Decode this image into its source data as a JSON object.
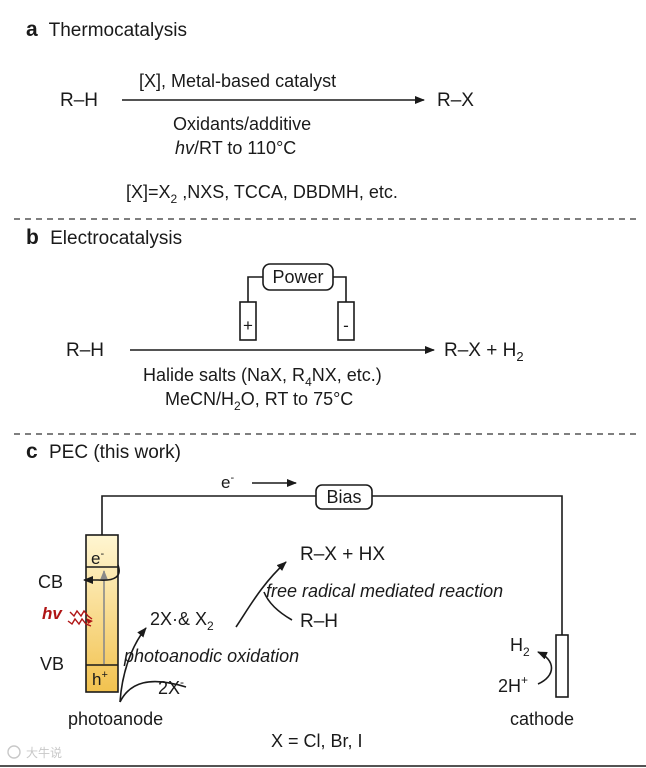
{
  "panels": {
    "a": {
      "letter": "a",
      "title": "Thermocatalysis",
      "reactant": "R–H",
      "product": "R–X",
      "above_arrow": "[X], Metal-based catalyst",
      "below_line1": "Oxidants/additive",
      "below_line2_hv": "hv",
      "below_line2_rest": "/RT to 110°C",
      "reagents_prefix": "[X]=X",
      "reagents_sub": "2",
      "reagents_rest": " ,NXS, TCCA, DBDMH, etc."
    },
    "b": {
      "letter": "b",
      "title": "Electrocatalysis",
      "power_label": "Power",
      "plus": "+",
      "minus": "-",
      "reactant": "R–H",
      "product_main": "R–X + H",
      "product_sub": "2",
      "below_line1_a": "Halide salts (NaX, R",
      "below_line1_sub": "4",
      "below_line1_b": "NX, etc.)",
      "below_line2_a": "MeCN/H",
      "below_line2_sub": "2",
      "below_line2_b": "O, RT to 75°C"
    },
    "c": {
      "letter": "c",
      "title": "PEC (this work)",
      "electron_flow": "e",
      "electron_sup": "-",
      "bias_label": "Bias",
      "cb": "CB",
      "vb": "VB",
      "e_minus": "e",
      "e_minus_sup": "-",
      "h_plus": "h",
      "h_plus_sup": "+",
      "hv": "hv",
      "photoanode": "photoanode",
      "cathode": "cathode",
      "radicals_a": "2X·& X",
      "radicals_sub": "2",
      "halide_ion": "2X",
      "halide_ion_sup": "-",
      "photoanodic_oxidation": "photoanodic oxidation",
      "free_radical": "free radical mediated reaction",
      "product": "R–X + HX",
      "reactant": "R–H",
      "h2_a": "H",
      "h2_sub": "2",
      "protons": "2H",
      "protons_sup": "+",
      "x_def": "X = Cl, Br, I"
    }
  },
  "watermark": "大牛说",
  "colors": {
    "text": "#1a1a1a",
    "hv_red": "#b01515",
    "photoanode_gradient_top": "#fff6d2",
    "photoanode_gradient_bottom": "#f2c24f",
    "excitation_arrow": "#8a8a8a",
    "divider": "#555555"
  }
}
